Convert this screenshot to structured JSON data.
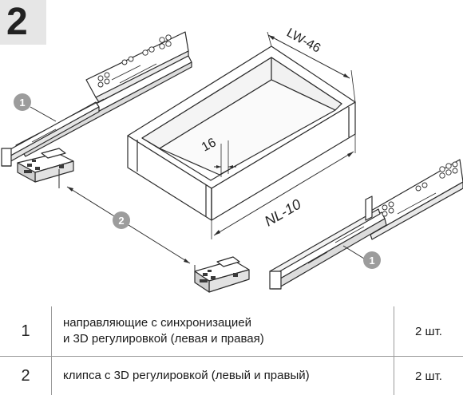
{
  "step_number": "2",
  "dimensions": {
    "width_label": "LW-46",
    "length_label": "NL-10",
    "offset_label": "16"
  },
  "callouts": {
    "runner": "1",
    "clip": "2"
  },
  "parts": [
    {
      "number": "1",
      "description_lines": [
        "направляющие с синхронизацией",
        "и 3D регулировкой (левая и правая)"
      ],
      "quantity": "2 шт."
    },
    {
      "number": "2",
      "description_lines": [
        "клипса с 3D регулировкой (левый и правый)"
      ],
      "quantity": "2 шт."
    }
  ],
  "colors": {
    "line": "#2b2b2b",
    "callout_fill": "#9c9c9c",
    "badge_bg": "#e6e6e6"
  }
}
